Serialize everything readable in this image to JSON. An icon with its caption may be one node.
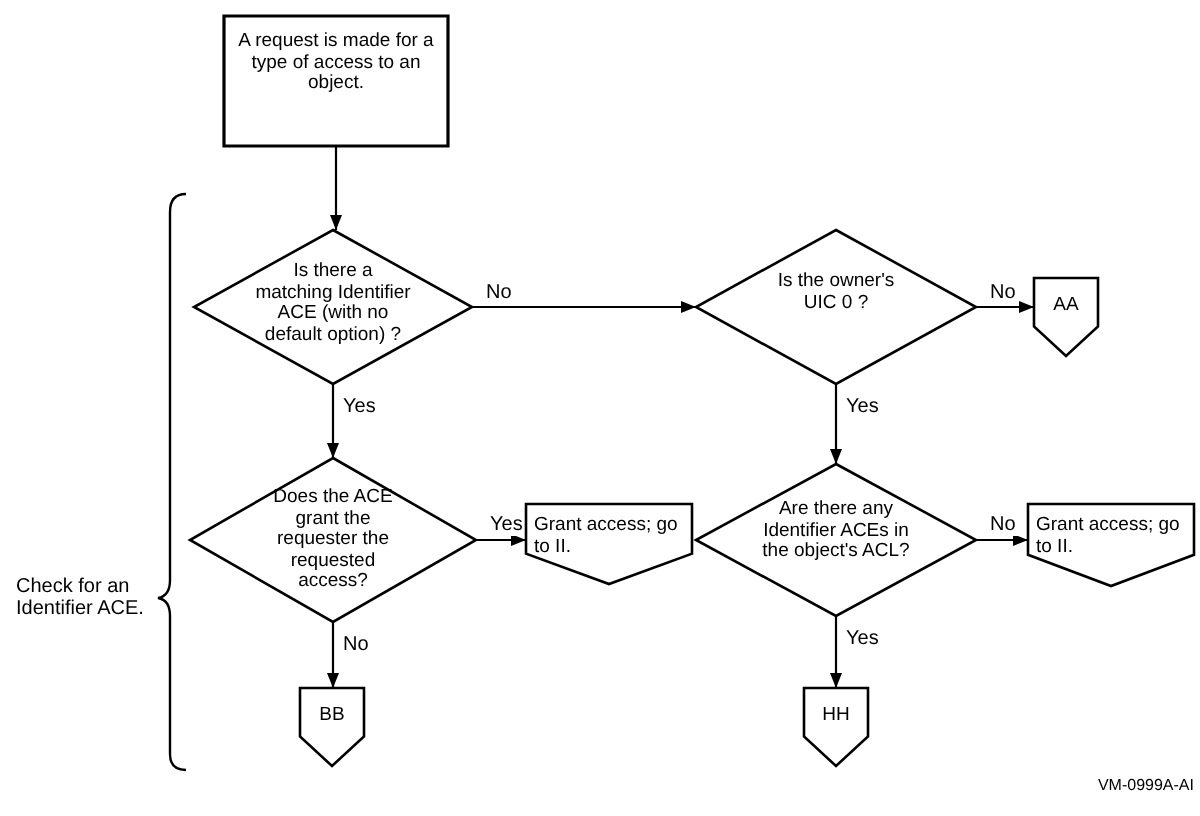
{
  "diagram": {
    "nodes": [
      {
        "text": [
          "A request is made for a type of access to an object."
        ]
      },
      {
        "text": [
          "Is there a matching Identifier ACE (with no default option) ?"
        ]
      },
      {
        "text": [
          "Is the owner's UIC 0 ?"
        ]
      },
      {
        "text": [
          "AA"
        ]
      },
      {
        "text": [
          "Does the ACE grant the requester the requested access?"
        ]
      },
      {
        "text": [
          "Grant access; go to II."
        ]
      },
      {
        "text": [
          "Are there any Identifier ACEs in the object's ACL?"
        ]
      },
      {
        "text": [
          "Grant access; go to II."
        ]
      },
      {
        "text": [
          "BB"
        ]
      },
      {
        "text": [
          "HH"
        ]
      }
    ],
    "edges": [
      {
        "from": 0,
        "to": 1,
        "arrow": "to"
      },
      {
        "from": 1,
        "to": 2,
        "arrow": "to",
        "label": "No"
      },
      {
        "from": 1,
        "to": 4,
        "arrow": "to",
        "label": "Yes"
      },
      {
        "from": 2,
        "to": 3,
        "arrow": "to",
        "label": "No"
      },
      {
        "from": 2,
        "to": 6,
        "arrow": "to",
        "label": "Yes"
      },
      {
        "from": 4,
        "to": 5,
        "arrow": "to",
        "label": "Yes"
      },
      {
        "from": 4,
        "to": 8,
        "arrow": "to",
        "label": "No"
      },
      {
        "from": 6,
        "to": 7,
        "arrow": "to",
        "label": "No"
      },
      {
        "from": 6,
        "to": 9,
        "arrow": "to",
        "label": "Yes"
      }
    ],
    "labels": [
      "Check for an Identifier ACE.",
      "VM-0999A-AI"
    ]
  }
}
